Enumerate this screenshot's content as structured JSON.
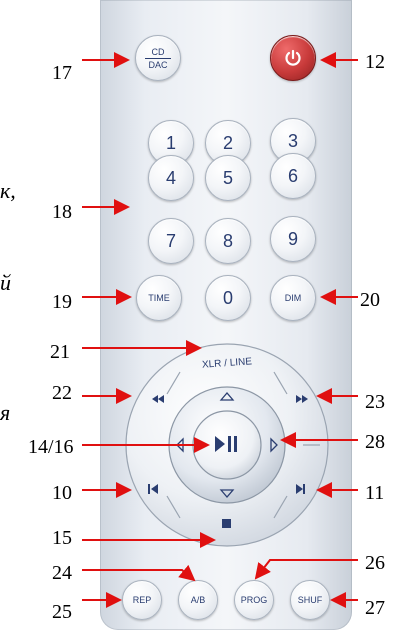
{
  "buttons": {
    "cd_dac": {
      "top": "CD",
      "bottom": "DAC"
    },
    "power": {
      "icon": "power-icon",
      "color": "#c83a3a"
    },
    "num1": "1",
    "num2": "2",
    "num3": "3",
    "num4": "4",
    "num5": "5",
    "num6": "6",
    "num7": "7",
    "num8": "8",
    "num9": "9",
    "time": "TIME",
    "num0": "0",
    "dim": "DIM",
    "xlr_line": "XLR / LINE",
    "rep": "REP",
    "ab": "A/B",
    "prog": "PROG",
    "shuf": "SHUF"
  },
  "callouts": {
    "c17": "17",
    "c12": "12",
    "c18": "18",
    "c19": "19",
    "c20": "20",
    "c21": "21",
    "c22": "22",
    "c23": "23",
    "c14_16": "14/16",
    "c28": "28",
    "c10": "10",
    "c11": "11",
    "c15": "15",
    "c24": "24",
    "c26": "26",
    "c25": "25",
    "c27": "27"
  },
  "text_fragments": {
    "f1": "к,",
    "f2": "й",
    "f3": "я"
  },
  "colors": {
    "arrow": "#e01010",
    "button_text": "#2a3d70"
  }
}
